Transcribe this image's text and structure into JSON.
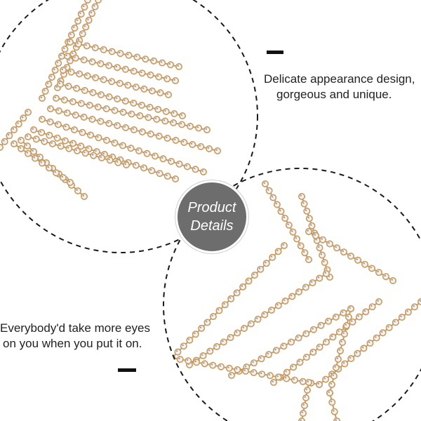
{
  "badge": {
    "line1": "Product",
    "line2": "Details",
    "color": "#6d6d6d"
  },
  "captions": {
    "top_line1": "Delicate appearance design,",
    "top_line2": "gorgeous and unique.",
    "bottom_line1": "Everybody'd take more eyes",
    "bottom_line2": "on you when you put it on."
  },
  "colors": {
    "gold": "#c99a5b",
    "stone": "#f2f2f4",
    "text": "#222222"
  },
  "product": "rhinestone body chain jewelry"
}
